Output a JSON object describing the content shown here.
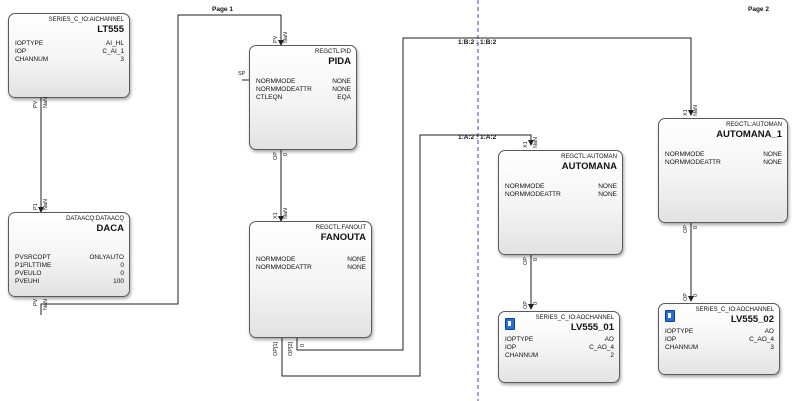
{
  "pages": [
    "Page 1",
    "Page 2"
  ],
  "connection_labels": [
    "1:B:2 : 1:B:2",
    "1:A:2 : 1:A:2"
  ],
  "sp_label": "SP",
  "blocks": {
    "lt555": {
      "type": "SERIES_C_IO:AICHANNEL",
      "name": "LT555",
      "params": [
        {
          "name": "IOPTYPE",
          "value": "AI_HL"
        },
        {
          "name": "IOP",
          "value": "C_AI_1"
        },
        {
          "name": "CHANNUM",
          "value": "3"
        }
      ],
      "pins": {
        "pv": "PV",
        "nan": "NaN"
      }
    },
    "daca": {
      "type": "DATAACQ:DATAACQ",
      "name": "DACA",
      "params": [
        {
          "name": "PVSRCOPT",
          "value": "ONLYAUTO"
        },
        {
          "name": "P1FILTTIME",
          "value": "0"
        },
        {
          "name": "PVEULO",
          "value": "0"
        },
        {
          "name": "PVEUHI",
          "value": "100"
        }
      ],
      "pins": {
        "p1": "P1",
        "nan_in": "NaN",
        "pv": "PV",
        "nan_out": "NaN"
      }
    },
    "pida": {
      "type": "REGCTL:PID",
      "name": "PIDA",
      "params": [
        {
          "name": "NORMMODE",
          "value": "NONE"
        },
        {
          "name": "NORMMODEATTR",
          "value": "NONE"
        },
        {
          "name": "CTLEQN",
          "value": "EQA"
        }
      ],
      "pins": {
        "pv": "PV",
        "nan": "NaN",
        "op": "OP",
        "zero": "0"
      }
    },
    "fanouta": {
      "type": "REGCTL:FANOUT",
      "name": "FANOUTA",
      "params": [
        {
          "name": "NORMMODE",
          "value": "NONE"
        },
        {
          "name": "NORMMODEATTR",
          "value": "NONE"
        }
      ],
      "pins": {
        "x1": "X1",
        "nan": "NaN",
        "op1": "OP[1]",
        "op2": "OP[2]",
        "zero": "0"
      }
    },
    "automana": {
      "type": "REGCTL:AUTOMAN",
      "name": "AUTOMANA",
      "params": [
        {
          "name": "NORMMODE",
          "value": "NONE"
        },
        {
          "name": "NORMMODEATTR",
          "value": "NONE"
        }
      ],
      "pins": {
        "x1": "X1",
        "nan": "NaN",
        "op": "OP",
        "zero": "0"
      }
    },
    "automana_1": {
      "type": "REGCTL:AUTOMAN",
      "name": "AUTOMANA_1",
      "params": [
        {
          "name": "NORMMODE",
          "value": "NONE"
        },
        {
          "name": "NORMMODEATTR",
          "value": "NONE"
        }
      ],
      "pins": {
        "x1": "X1",
        "nan": "NaN",
        "op": "OP",
        "zero": "0"
      }
    },
    "lv555_01": {
      "type": "SERIES_C_IO:AOCHANNEL",
      "name": "LV555_01",
      "params": [
        {
          "name": "IOPTYPE",
          "value": "AO"
        },
        {
          "name": "IOP",
          "value": "C_AO_4"
        },
        {
          "name": "CHANNUM",
          "value": "2"
        }
      ],
      "pins": {
        "op": "OP",
        "zero": "0"
      }
    },
    "lv555_02": {
      "type": "SERIES_C_IO:AOCHANNEL",
      "name": "LV555_02",
      "params": [
        {
          "name": "IOPTYPE",
          "value": "AO"
        },
        {
          "name": "IOP",
          "value": "C_AO_4"
        },
        {
          "name": "CHANNUM",
          "value": "3"
        }
      ],
      "pins": {
        "op": "OP",
        "zero": "0"
      }
    }
  }
}
